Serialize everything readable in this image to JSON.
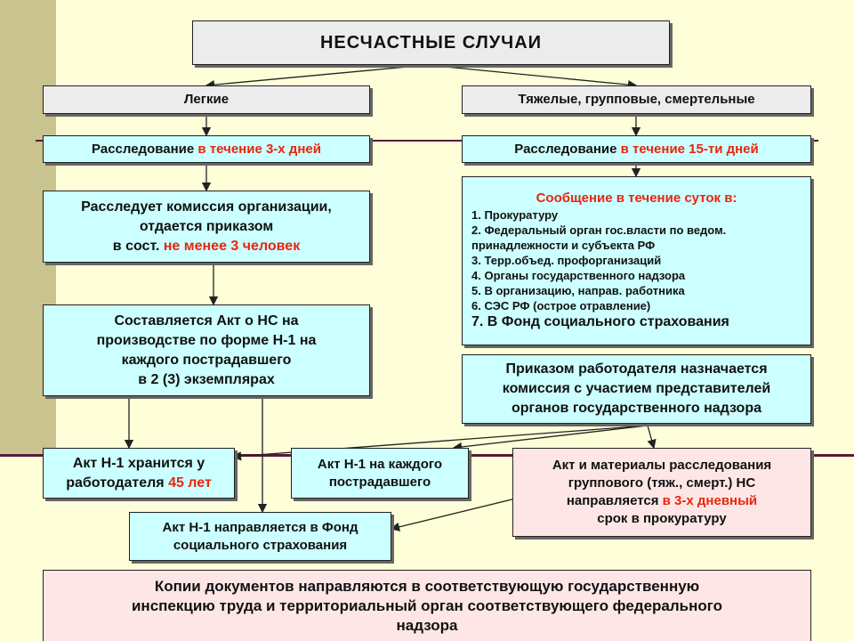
{
  "diagram": {
    "title": "НЕСЧАСТНЫЕ СЛУЧАИ",
    "left": {
      "category": "Легкие",
      "investigation": {
        "prefix": "Расследование ",
        "highlight": "в течение 3-х дней"
      },
      "commission": {
        "line1": "Расследует комиссия организации,",
        "line2": "отдается приказом",
        "line3_prefix": "в сост. ",
        "line3_highlight": "не менее 3 человек"
      },
      "act": [
        "Составляется Акт о НС на",
        "производстве по форме Н-1 на",
        "каждого пострадавшего",
        "в 2 (3) экземплярах"
      ],
      "stored": {
        "line1": "Акт Н-1 хранится у",
        "line2_prefix": "работодателя ",
        "line2_highlight": "45 лет"
      },
      "per_victim": [
        "Акт Н-1 на каждого",
        "пострадавшего"
      ],
      "fund": [
        "Акт Н-1 направляется в Фонд",
        "социального страхования"
      ]
    },
    "right": {
      "category": "Тяжелые, групповые, смертельные",
      "investigation": {
        "prefix": "Расследование ",
        "highlight": "в течение 15-ти дней"
      },
      "notification": {
        "header": "Сообщение в течение суток в:",
        "items": [
          "1. Прокуратуру",
          "2. Федеральный орган гос.власти по ведом.",
          "принадлежности и субъекта РФ",
          "3. Терр.объед. профорганизаций",
          "4. Органы государственного надзора",
          "5. В организацию, направ. работника",
          "6. СЭС РФ (острое отравление)",
          "7. В Фонд социального страхования"
        ]
      },
      "order": [
        "Приказом работодателя назначается",
        "комиссия с участием представителей",
        "органов государственного надзора"
      ],
      "materials": {
        "line1": "Акт и материалы расследования",
        "line2": "группового (тяж., смерт.) НС",
        "line3_prefix": "направляется ",
        "line3_highlight": "в 3-х дневный",
        "line4": "срок в прокуратуру"
      }
    },
    "copies": [
      "Копии документов направляются в соответствующую государственную",
      "инспекцию труда и территориальный орган соответствующего федерального",
      "надзора"
    ]
  },
  "colors": {
    "accent_red": "#e8260c",
    "box_cyan": "#ccffff",
    "box_pink": "#ffe6e6",
    "box_grey": "#ececec",
    "background": "#fefed8"
  }
}
